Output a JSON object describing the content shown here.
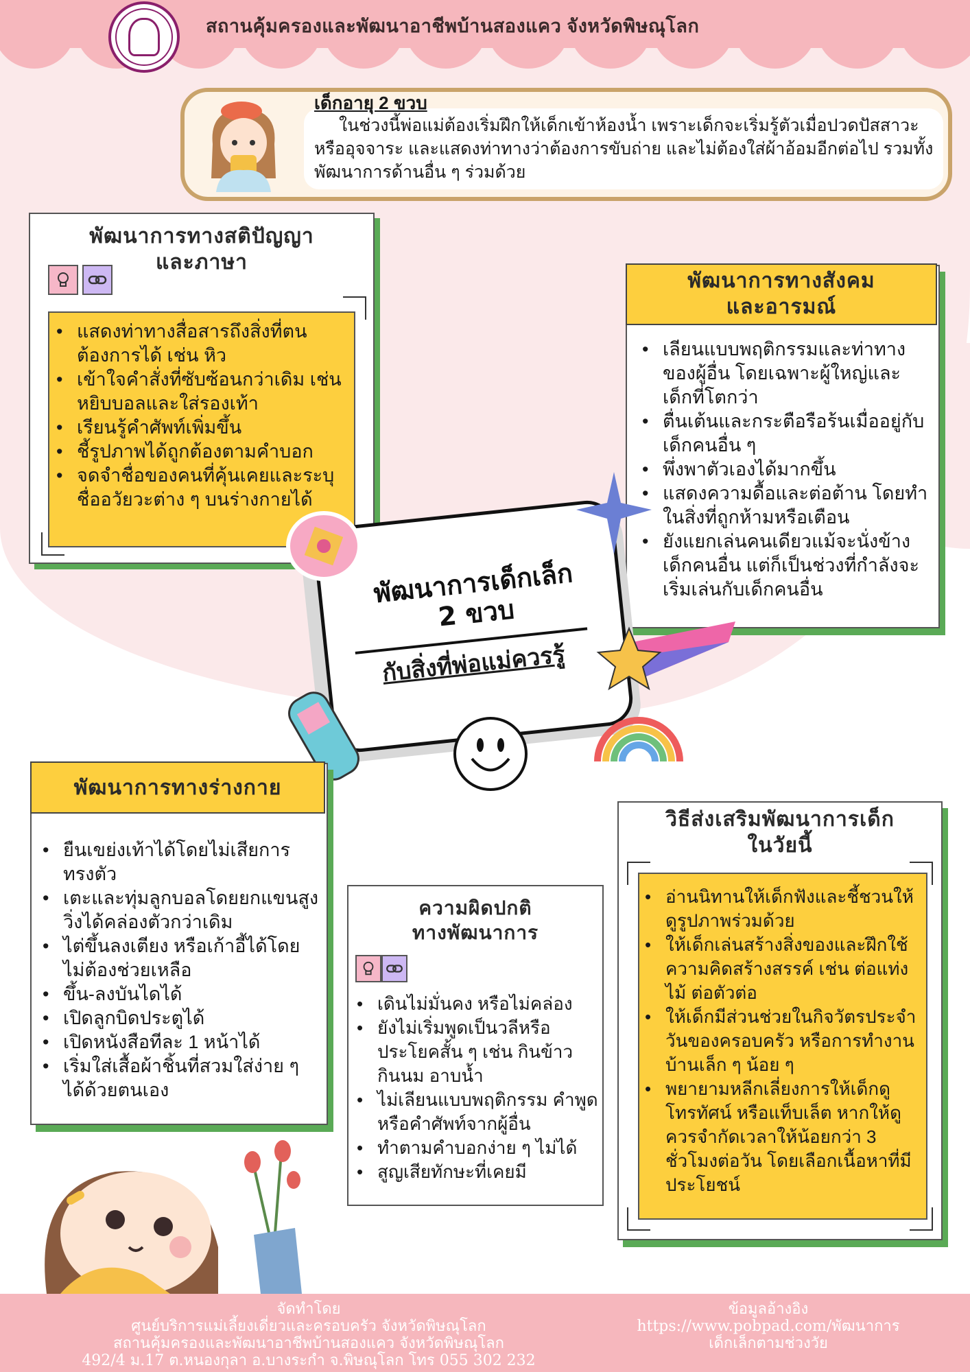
{
  "header": {
    "title": "สถานคุ้มครองและพัฒนาอาชีพบ้านสองแคว จังหวัดพิษณุโลก"
  },
  "intro": {
    "title": "เด็กอายุ 2 ขวบ",
    "text": "ในช่วงนี้พ่อแม่ต้องเริ่มฝึกให้เด็กเข้าห้องน้ำ เพราะเด็กจะเริ่มรู้ตัวเมื่อปวดปัสสาวะหรืออุจจาระ และแสดงท่าทางว่าต้องการขับถ่าย และไม่ต้องใส่ผ้าอ้อมอีกต่อไป รวมทั้งพัฒนาการด้านอื่น ๆ ร่วมด้วย"
  },
  "cognitive": {
    "title_line1": "พัฒนาการทางสติปัญญา",
    "title_line2": "และภาษา",
    "items": [
      "แสดงท่าทางสื่อสารถึงสิ่งที่ตนต้องการได้ เช่น หิว",
      "เข้าใจคำสั่งที่ซับซ้อนกว่าเดิม เช่น หยิบบอลและใส่รองเท้า",
      "เรียนรู้คำศัพท์เพิ่มขึ้น",
      "ชี้รูปภาพได้ถูกต้องตามคำบอก",
      "จดจำชื่อของคนที่คุ้นเคยและระบุชื่ออวัยวะต่าง ๆ บนร่างกายได้"
    ]
  },
  "social": {
    "title_line1": "พัฒนาการทางสังคม",
    "title_line2": "และอารมณ์",
    "items": [
      "เลียนแบบพฤติกรรมและท่าทางของผู้อื่น โดยเฉพาะผู้ใหญ่และเด็กที่โตกว่า",
      "ตื่นเต้นและกระตือรือร้นเมื่ออยู่กับเด็กคนอื่น ๆ",
      "พึ่งพาตัวเองได้มากขึ้น",
      "แสดงความดื้อและต่อต้าน โดยทำในสิ่งที่ถูกห้ามหรือเตือน",
      "ยังแยกเล่นคนเดียวแม้จะนั่งข้างเด็กคนอื่น แต่ก็เป็นช่วงที่กำลังจะเริ่มเล่นกับเด็กคนอื่น"
    ]
  },
  "center": {
    "title_line1": "พัฒนาการเด็กเล็ก",
    "title_line2": "2 ขวบ",
    "subtitle": "กับสิ่งที่พ่อแม่ควรรู้"
  },
  "physical": {
    "title": "พัฒนาการทางร่างกาย",
    "items": [
      "ยืนเขย่งเท้าได้โดยไม่เสียการทรงตัว",
      "เตะและทุ่มลูกบอลโดยยกแขนสูง วิ่งได้คล่องตัวกว่าเดิม",
      "ไต่ขึ้นลงเตียง หรือเก้าอี้ได้โดยไม่ต้องช่วยเหลือ",
      "ขึ้น-ลงบันไดได้",
      "เปิดลูกบิดประตูได้",
      "เปิดหนังสือทีละ 1 หน้าได้",
      "เริ่มใส่เสื้อผ้าชิ้นที่สวมใส่ง่าย ๆ ได้ด้วยตนเอง"
    ]
  },
  "abnormal": {
    "title_line1": "ความผิดปกติ",
    "title_line2": "ทางพัฒนาการ",
    "items": [
      "เดินไม่มั่นคง หรือไม่คล่อง",
      "ยังไม่เริ่มพูดเป็นวลีหรือประโยคสั้น ๆ เช่น กินข้าว กินนม อาบน้ำ",
      "ไม่เลียนแบบพฤติกรรม คำพูด หรือคำศัพท์จากผู้อื่น",
      "ทำตามคำบอกง่าย ๆ ไม่ได้",
      "สูญเสียทักษะที่เคยมี"
    ]
  },
  "promote": {
    "title_line1": "วิธีส่งเสริมพัฒนาการเด็ก",
    "title_line2": "ในวัยนี้",
    "items": [
      "อ่านนิทานให้เด็กฟังและชี้ชวนให้ดูรูปภาพร่วมด้วย",
      "ให้เด็กเล่นสร้างสิ่งของและฝึกใช้ความคิดสร้างสรรค์ เช่น ต่อแท่งไม้ ต่อตัวต่อ",
      "ให้เด็กมีส่วนช่วยในกิจวัตรประจำวันของครอบครัว หรือการทำงานบ้านเล็ก ๆ น้อย ๆ",
      "พยายามหลีกเลี่ยงการให้เด็กดูโทรทัศน์ หรือแท็บเล็ต หากให้ดูควรจำกัดเวลาให้น้อยกว่า 3 ชั่วโมงต่อวัน โดยเลือกเนื้อหาที่มีประโยชน์"
    ]
  },
  "footer": {
    "left_line1": "จัดทำโดย",
    "left_line2": "ศูนย์บริการแม่เลี้ยงเดี่ยวและครอบครัว จังหวัดพิษณุโลก",
    "left_line3": "สถานคุ้มครองและพัฒนาอาชีพบ้านสองแคว จังหวัดพิษณุโลก",
    "left_line4": "492/4 ม.17 ต.หนองกุลา อ.บางระกำ จ.พิษณุโลก โทร 055 302 232",
    "right_line1": "ข้อมูลอ้างอิง",
    "right_line2": "https://www.pobpad.com/พัฒนาการ",
    "right_line3": "เด็กเล็กตามช่วงวัย"
  },
  "icons": {
    "lightbulb": "lightbulb-icon",
    "link": "link-icon"
  },
  "colors": {
    "pink": "#f6b7bd",
    "yellow": "#fdcf3e",
    "green_shadow": "#5aaa56",
    "gold_border": "#c9a36a"
  }
}
